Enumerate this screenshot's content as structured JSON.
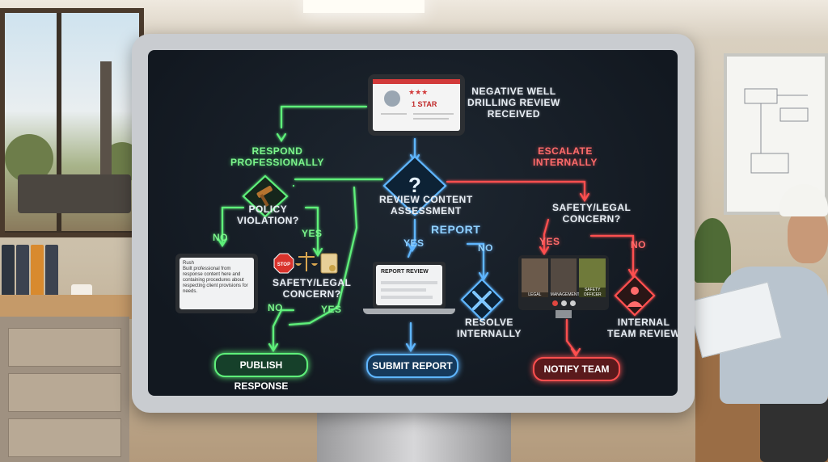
{
  "flowchart": {
    "start": "NEGATIVE WELL\nDRILLING REVIEW\nRECEIVED",
    "rating_text": "1 STAR",
    "left_branch": "RESPOND\nPROFESSIONALLY",
    "policy_question": "POLICY\nVIOLATION?",
    "no_label_1": "NO",
    "yes_label_1": "YES",
    "response_card": "Rush\nBuilt professional from\nresponse content here and\ncontaining procedures about\nrespecting client provisions for\nneeds.",
    "safety_question_left": "SAFETY/LEGAL\nCONCERN?",
    "stop_sign": "STOP",
    "no_label_2": "NO",
    "yes_label_2": "YES",
    "publish_button": "PUBLISH RESPONSE",
    "center_question": "REVIEW CONTENT\nASSESSMENT",
    "report_label": "REPORT",
    "yes_label_3": "YES",
    "no_label_3": "NO",
    "report_window_title": "REPORT REVIEW",
    "resolve_label": "RESOLVE\nINTERNALLY",
    "submit_button": "SUBMIT REPORT",
    "escalate_label": "ESCALATE\nINTERNALLY",
    "safety_question_right": "SAFETY/LEGAL\nCONCERN?",
    "yes_label_4": "YES",
    "no_label_4": "NO",
    "video_tiles": [
      "LEGAL",
      "MANAGEMENT",
      "SAFETY OFFICER"
    ],
    "internal_review_label": "INTERNAL\nTEAM REVIEW",
    "notify_button": "NOTIFY TEAM"
  },
  "colors": {
    "green": "#5ef07a",
    "blue": "#5fb6ff",
    "red": "#ff4f4f",
    "screen": "#151c24"
  },
  "icons": [
    "gavel-icon",
    "question-mark-icon",
    "stop-sign-icon",
    "scales-icon",
    "scroll-icon",
    "tools-icon",
    "person-alert-icon"
  ]
}
